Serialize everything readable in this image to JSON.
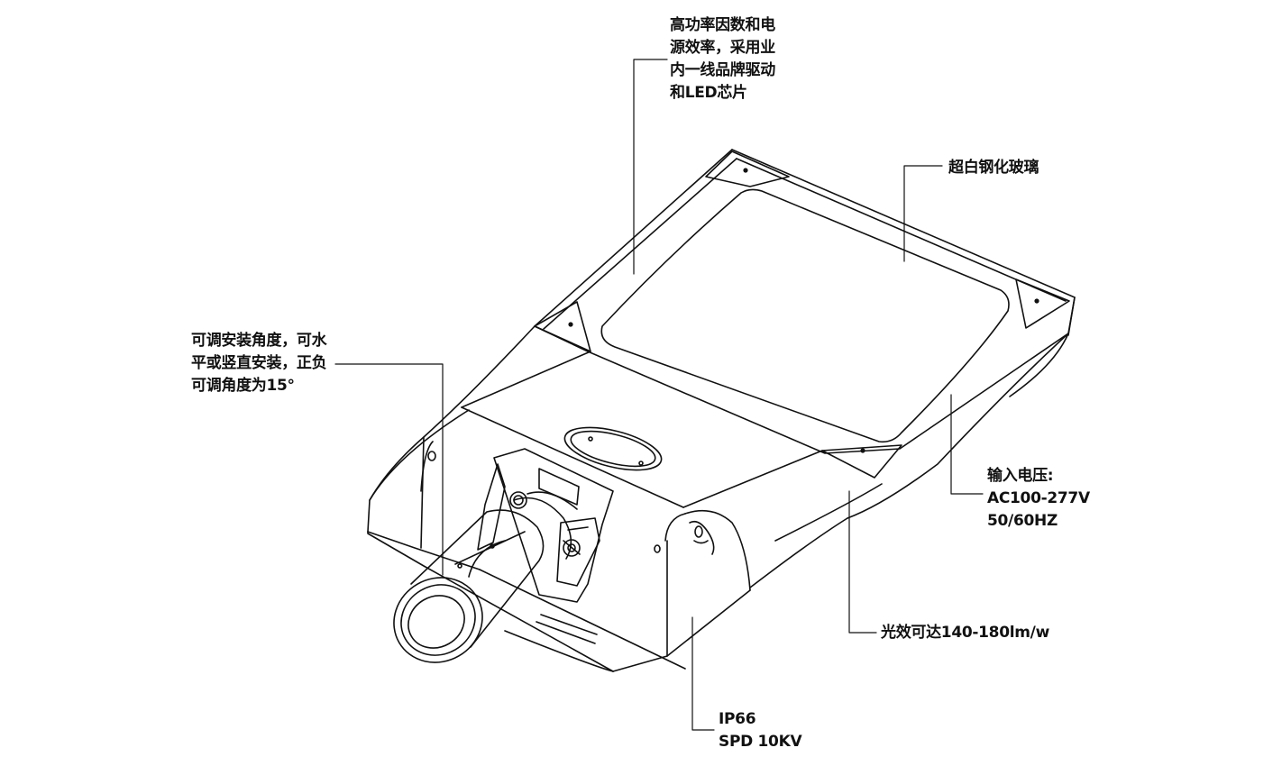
{
  "callouts": {
    "driver": "高功率因数和电\n源效率，采用业\n内一线品牌驱动\n和LED芯片",
    "glass": "超白钢化玻璃",
    "mount": "可调安装角度，可水\n平或竖直安装，正负\n可调角度为15°",
    "input": "输入电压:\nAC100-277V\n50/60HZ",
    "efficacy": "光效可达140-180lm/w",
    "ip": "IP66\nSPD 10KV"
  }
}
